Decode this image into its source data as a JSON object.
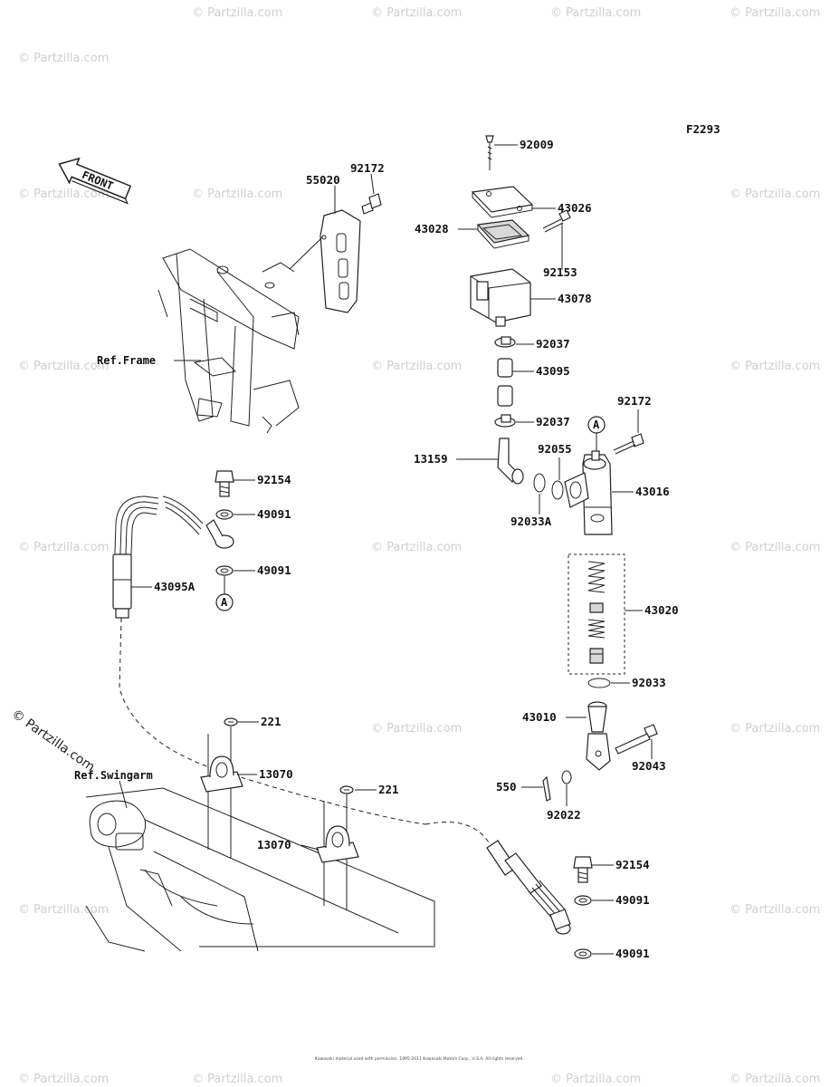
{
  "diagram": {
    "figure_code": "F2293",
    "front_label": "FRONT",
    "callout_letter": "A",
    "references": {
      "frame": "Ref.Frame",
      "swingarm": "Ref.Swingarm"
    },
    "parts": {
      "p92009": "92009",
      "p43026": "43026",
      "p43028": "43028",
      "p92153": "92153",
      "p43078": "43078",
      "p92037a": "92037",
      "p43095": "43095",
      "p92037b": "92037",
      "p92172a": "92172",
      "p55020": "55020",
      "p92172b": "92172",
      "p92055": "92055",
      "p13159": "13159",
      "p43016": "43016",
      "p92033a": "92033A",
      "p43020": "43020",
      "p92033": "92033",
      "p43010": "43010",
      "p92043": "92043",
      "p550": "550",
      "p92022": "92022",
      "p92154a": "92154",
      "p49091a": "49091",
      "p49091b": "49091",
      "p43095a": "43095A",
      "p221a": "221",
      "p13070a": "13070",
      "p221b": "221",
      "p13070b": "13070",
      "p92154b": "92154",
      "p49091c": "49091",
      "p49091d": "49091"
    },
    "watermark": "© Partzilla.com",
    "copyright": "Kawasaki material used with permission. 1995-2011 Kawasaki Motors Corp., U.S.A. All rights reserved."
  },
  "colors": {
    "line": "#222222",
    "background": "#ffffff",
    "watermark": "#cfcfcf"
  }
}
